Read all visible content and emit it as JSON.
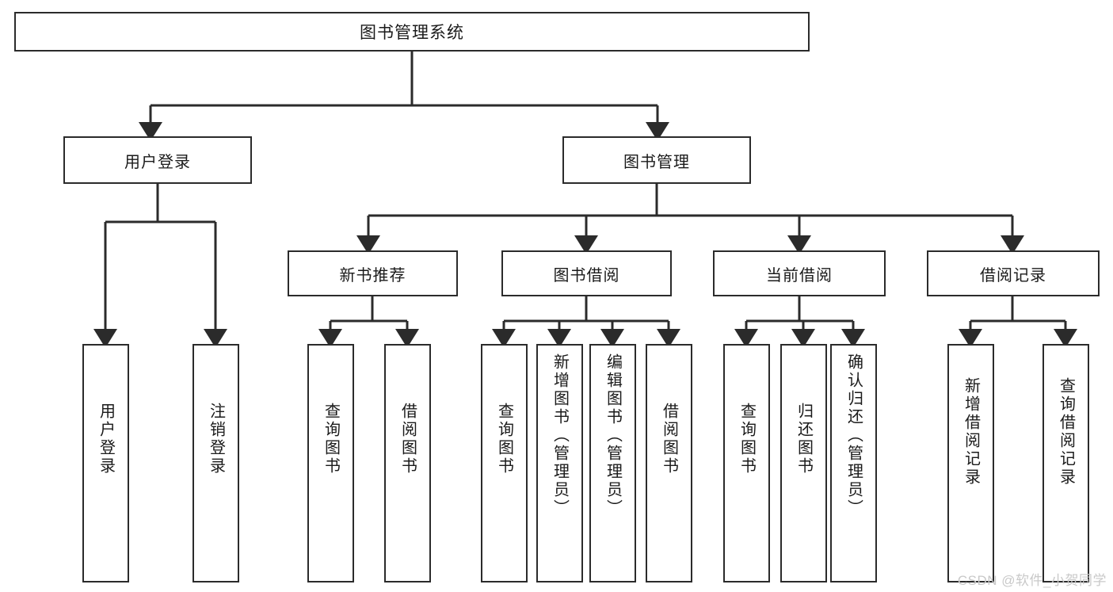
{
  "diagram": {
    "title": "图书管理系统",
    "watermark": "CSDN @软件_小贺同学",
    "stroke_color": "#2b2b2b",
    "box_fill": "#ffffff",
    "text_color": "#1a1a1a",
    "watermark_color": "#c9c9c9"
  },
  "nodes": {
    "root": {
      "label": "图书管理系统"
    },
    "level2": [
      {
        "label": "用户登录"
      },
      {
        "label": "图书管理"
      }
    ],
    "level3": [
      {
        "label": "新书推荐"
      },
      {
        "label": "图书借阅"
      },
      {
        "label": "当前借阅"
      },
      {
        "label": "借阅记录"
      }
    ],
    "leaves": {
      "user_login": [
        {
          "label": "用户登录"
        },
        {
          "label": "注销登录"
        }
      ],
      "new_book": [
        {
          "label": "查询图书"
        },
        {
          "label": "借阅图书"
        }
      ],
      "book_borrow": [
        {
          "label": "查询图书"
        },
        {
          "label": "新增图书（管理员）"
        },
        {
          "label": "编辑图书（管理员）"
        },
        {
          "label": "借阅图书"
        }
      ],
      "current_borrow": [
        {
          "label": "查询图书"
        },
        {
          "label": "归还图书"
        },
        {
          "label": "确认归还（管理员）"
        }
      ],
      "borrow_record": [
        {
          "label": "新增借阅记录"
        },
        {
          "label": "查询借阅记录"
        }
      ]
    }
  }
}
